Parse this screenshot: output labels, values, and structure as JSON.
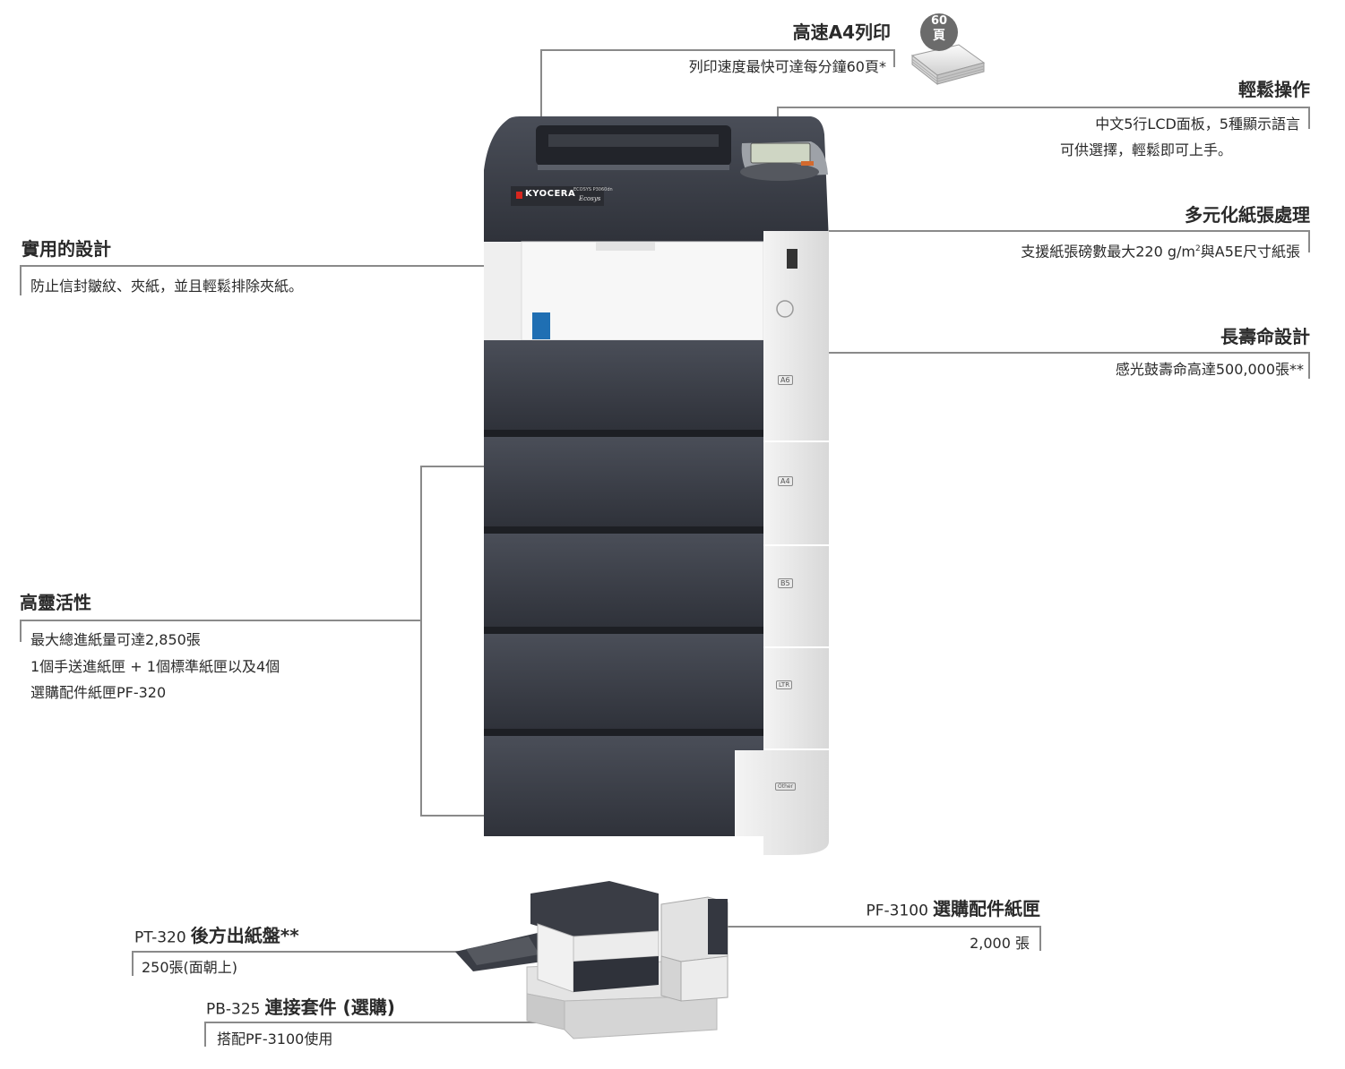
{
  "features": {
    "high_speed": {
      "title": "高速A4列印",
      "desc": "列印速度最快可達每分鐘60頁*"
    },
    "speed_badge": {
      "line1": "60",
      "line2": "頁"
    },
    "easy_operation": {
      "title": "輕鬆操作",
      "desc1": "中文5行LCD面板，5種顯示語言",
      "desc2": "可供選擇，輕鬆即可上手。"
    },
    "paper_handling": {
      "title": "多元化紙張處理",
      "desc_a": "支援紙張磅數最大220 g/m",
      "desc_sup": "2",
      "desc_b": "與A5E尺寸紙張"
    },
    "practical_design": {
      "title": "實用的設計",
      "desc": "防止信封皺紋、夾紙，並且輕鬆排除夾紙。"
    },
    "long_life": {
      "title": "長壽命設計",
      "desc": "感光鼓壽命高達500,000張**"
    },
    "flexibility": {
      "title": "高靈活性",
      "desc1": "最大總進紙量可達2,850張",
      "desc2": "1個手送進紙匣 + 1個標準紙匣以及4個",
      "desc3": "選購配件紙匣PF-320"
    }
  },
  "accessories": {
    "pt320": {
      "model": "PT-320",
      "title": "後方出紙盤**",
      "desc": "250張(面朝上)"
    },
    "pb325": {
      "model": "PB-325",
      "title": "連接套件 (選購)",
      "desc": "搭配PF-3100使用"
    },
    "pf3100": {
      "model": "PF-3100",
      "title": "選購配件紙匣",
      "desc": "2,000 張"
    }
  },
  "printer": {
    "brand": "KYOCERA",
    "model_label": "ECOSYS P3060dn",
    "ecosys_mark": "Ecosys",
    "tray_labels": [
      "A6",
      "A4",
      "B5",
      "LTR",
      "Other"
    ]
  },
  "colors": {
    "body_dark": "#3a3d45",
    "body_light": "#e9e9e9",
    "line": "#8a8a8a",
    "kyocera_red": "#d7261e"
  }
}
